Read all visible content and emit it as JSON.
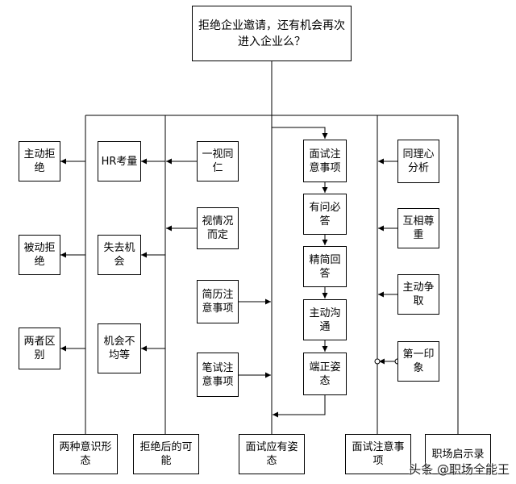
{
  "title": "拒绝企业邀请，还有机会再次进入企业么？",
  "columns": {
    "col1": {
      "items": [
        "主动拒绝",
        "被动拒绝",
        "两者区别"
      ],
      "footer": "两种意识形态"
    },
    "col2": {
      "items": [
        "HR考量",
        "失去机会",
        "机会不均等"
      ]
    },
    "col3": {
      "items": [
        "一视同仁",
        "视情况而定",
        "简历注意事项",
        "笔试注意事项"
      ],
      "footer": "拒绝后的可能"
    },
    "col4": {
      "items": [
        "面试注意事项",
        "有问必答",
        "精简回答",
        "主动沟通",
        "端正姿态"
      ],
      "footer": "面试应有姿态"
    },
    "col5": {
      "items": [
        "同理心分析",
        "互相尊重",
        "主动争取",
        "第一印象"
      ],
      "footer": "面试注意事项"
    },
    "col6": {
      "footer": "职场启示录"
    }
  },
  "watermark": "头条 @职场全能王",
  "colors": {
    "line": "#000000",
    "background": "#ffffff"
  }
}
